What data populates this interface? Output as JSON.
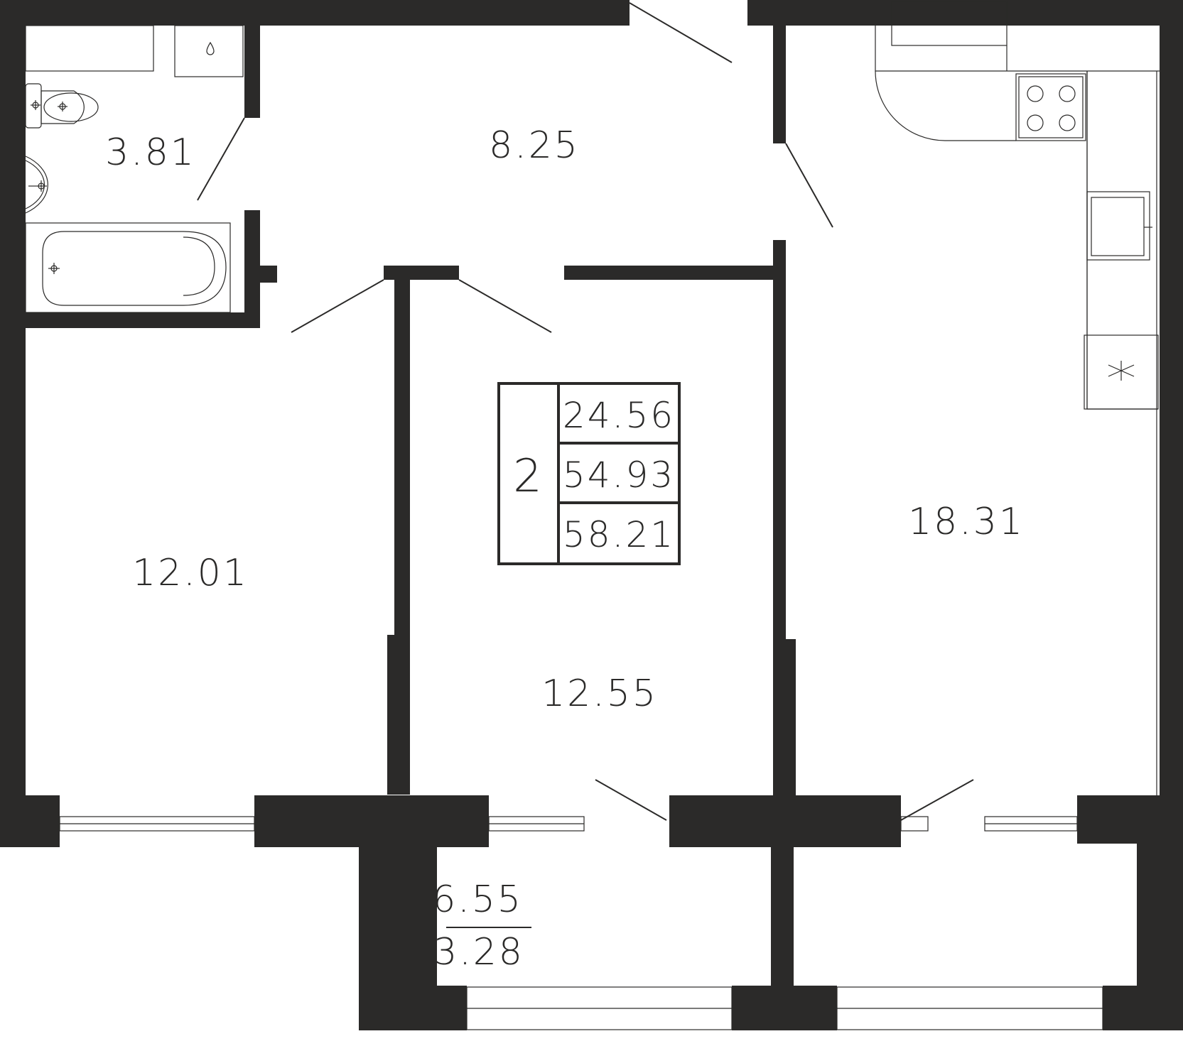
{
  "rooms": [
    {
      "id": "bathroom",
      "area": "3.81"
    },
    {
      "id": "hallway",
      "area": "8.25"
    },
    {
      "id": "bedroom-left",
      "area": "12.01"
    },
    {
      "id": "bedroom-center",
      "area": "12.55"
    },
    {
      "id": "kitchen-living",
      "area": "18.31"
    }
  ],
  "balcony": {
    "area": "6.55",
    "reduced_area": "3.28"
  },
  "summary": {
    "rooms_count": "2",
    "living_area": "24.56",
    "total_area": "54.93",
    "total_area_with_balcony": "58.21"
  }
}
